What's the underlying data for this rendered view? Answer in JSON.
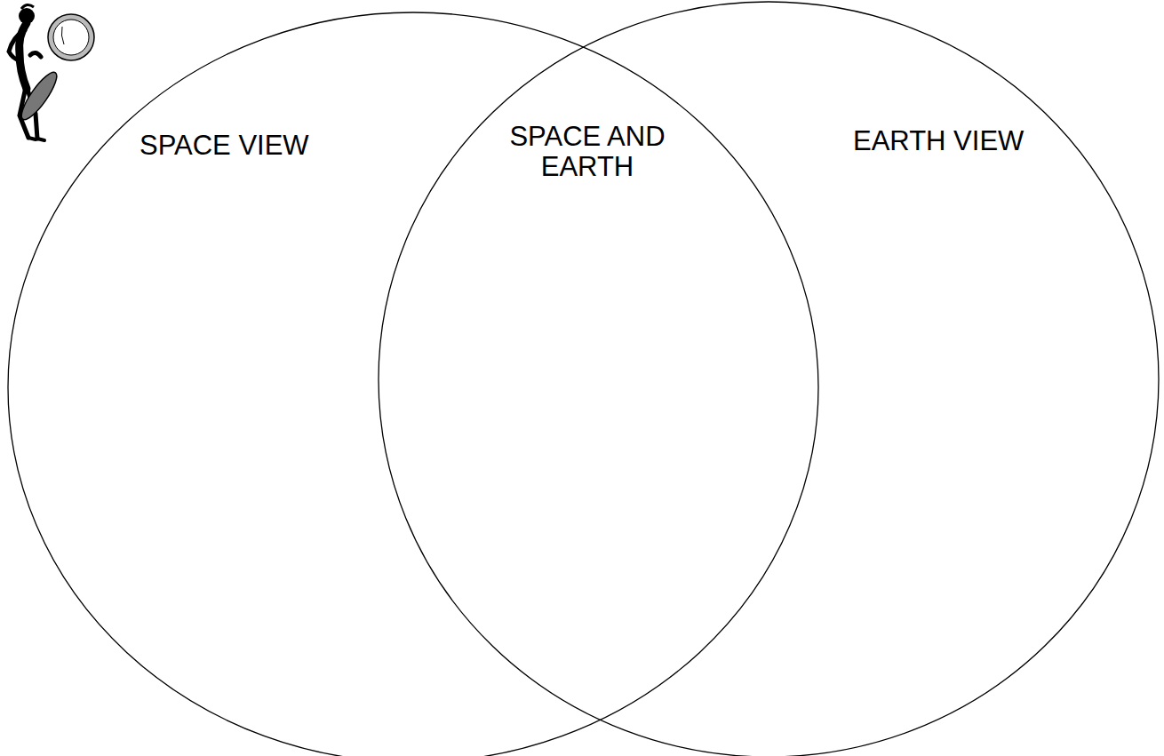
{
  "diagram": {
    "nodes": [
      {
        "text": [
          "SPACE VIEW"
        ]
      },
      {
        "text": [
          "EARTH VIEW"
        ]
      }
    ],
    "labels": [
      "SPACE AND EARTH"
    ]
  }
}
